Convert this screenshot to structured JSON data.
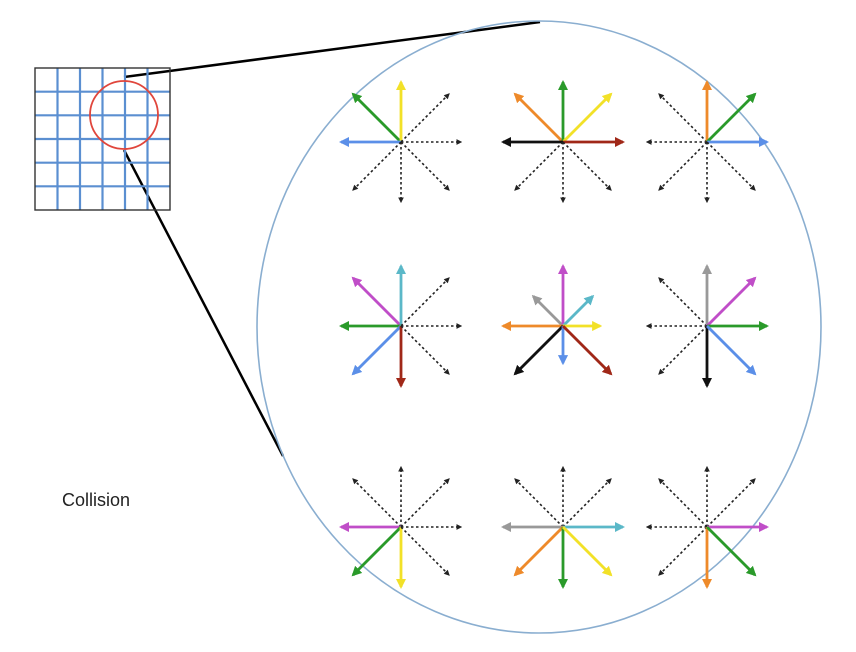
{
  "caption": "Collision",
  "colors": {
    "grid_line": "#5b8fd1",
    "grid_border": "#333333",
    "highlight_circle": "#e0463c",
    "zoom_ellipse": "#8aaed0",
    "zoom_lines": "#000000",
    "dotted_arrow": "#222222"
  },
  "lattice": {
    "rows": 6,
    "cols": 6
  },
  "cells": [
    {
      "name": "cell-1-1",
      "arrows": [
        {
          "dir": "NW",
          "color": "#2a9a2a"
        },
        {
          "dir": "N",
          "color": "#f2e128"
        },
        {
          "dir": "NE",
          "color": "dotted"
        },
        {
          "dir": "W",
          "color": "#5b8fe8"
        },
        {
          "dir": "E",
          "color": "dotted"
        },
        {
          "dir": "SW",
          "color": "dotted"
        },
        {
          "dir": "S",
          "color": "dotted"
        },
        {
          "dir": "SE",
          "color": "dotted"
        }
      ]
    },
    {
      "name": "cell-1-2",
      "arrows": [
        {
          "dir": "NW",
          "color": "#ee8a2a"
        },
        {
          "dir": "N",
          "color": "#2a9a2a"
        },
        {
          "dir": "NE",
          "color": "#f2e128"
        },
        {
          "dir": "W",
          "color": "#111111"
        },
        {
          "dir": "E",
          "color": "#a02818"
        },
        {
          "dir": "SW",
          "color": "dotted"
        },
        {
          "dir": "S",
          "color": "dotted"
        },
        {
          "dir": "SE",
          "color": "dotted"
        }
      ]
    },
    {
      "name": "cell-1-3",
      "arrows": [
        {
          "dir": "NW",
          "color": "dotted"
        },
        {
          "dir": "N",
          "color": "#ee8a2a"
        },
        {
          "dir": "NE",
          "color": "#2a9a2a"
        },
        {
          "dir": "W",
          "color": "dotted"
        },
        {
          "dir": "E",
          "color": "#5b8fe8"
        },
        {
          "dir": "SW",
          "color": "dotted"
        },
        {
          "dir": "S",
          "color": "dotted"
        },
        {
          "dir": "SE",
          "color": "dotted"
        }
      ]
    },
    {
      "name": "cell-2-1",
      "arrows": [
        {
          "dir": "NW",
          "color": "#c04ec8"
        },
        {
          "dir": "N",
          "color": "#5bb8c8"
        },
        {
          "dir": "NE",
          "color": "dotted"
        },
        {
          "dir": "W",
          "color": "#2a9a2a"
        },
        {
          "dir": "E",
          "color": "dotted"
        },
        {
          "dir": "SW",
          "color": "#5b8fe8"
        },
        {
          "dir": "S",
          "color": "#a02818"
        },
        {
          "dir": "SE",
          "color": "dotted"
        }
      ]
    },
    {
      "name": "cell-2-2",
      "arrows": [
        {
          "dir": "NW",
          "color": "#999999",
          "short": true
        },
        {
          "dir": "N",
          "color": "#c04ec8"
        },
        {
          "dir": "NE",
          "color": "#5bb8c8",
          "short": true
        },
        {
          "dir": "W",
          "color": "#ee8a2a"
        },
        {
          "dir": "E",
          "color": "#f2e128",
          "short": true
        },
        {
          "dir": "SW",
          "color": "#111111"
        },
        {
          "dir": "S",
          "color": "#5b8fe8",
          "short": true
        },
        {
          "dir": "SE",
          "color": "#a02818"
        }
      ]
    },
    {
      "name": "cell-2-3",
      "arrows": [
        {
          "dir": "NW",
          "color": "dotted"
        },
        {
          "dir": "N",
          "color": "#999999"
        },
        {
          "dir": "NE",
          "color": "#c04ec8"
        },
        {
          "dir": "W",
          "color": "dotted"
        },
        {
          "dir": "E",
          "color": "#2a9a2a"
        },
        {
          "dir": "SW",
          "color": "dotted"
        },
        {
          "dir": "S",
          "color": "#111111"
        },
        {
          "dir": "SE",
          "color": "#5b8fe8"
        }
      ]
    },
    {
      "name": "cell-3-1",
      "arrows": [
        {
          "dir": "NW",
          "color": "dotted"
        },
        {
          "dir": "N",
          "color": "dotted"
        },
        {
          "dir": "NE",
          "color": "dotted"
        },
        {
          "dir": "W",
          "color": "#c04ec8"
        },
        {
          "dir": "E",
          "color": "dotted"
        },
        {
          "dir": "SW",
          "color": "#2a9a2a"
        },
        {
          "dir": "S",
          "color": "#f2e128"
        },
        {
          "dir": "SE",
          "color": "dotted"
        }
      ]
    },
    {
      "name": "cell-3-2",
      "arrows": [
        {
          "dir": "NW",
          "color": "dotted"
        },
        {
          "dir": "N",
          "color": "dotted"
        },
        {
          "dir": "NE",
          "color": "dotted"
        },
        {
          "dir": "W",
          "color": "#999999"
        },
        {
          "dir": "E",
          "color": "#5bb8c8"
        },
        {
          "dir": "SW",
          "color": "#ee8a2a"
        },
        {
          "dir": "S",
          "color": "#2a9a2a"
        },
        {
          "dir": "SE",
          "color": "#f2e128"
        }
      ]
    },
    {
      "name": "cell-3-3",
      "arrows": [
        {
          "dir": "NW",
          "color": "dotted"
        },
        {
          "dir": "N",
          "color": "dotted"
        },
        {
          "dir": "NE",
          "color": "dotted"
        },
        {
          "dir": "W",
          "color": "dotted"
        },
        {
          "dir": "E",
          "color": "#c04ec8"
        },
        {
          "dir": "SW",
          "color": "dotted"
        },
        {
          "dir": "S",
          "color": "#ee8a2a"
        },
        {
          "dir": "SE",
          "color": "#2a9a2a"
        }
      ]
    }
  ]
}
